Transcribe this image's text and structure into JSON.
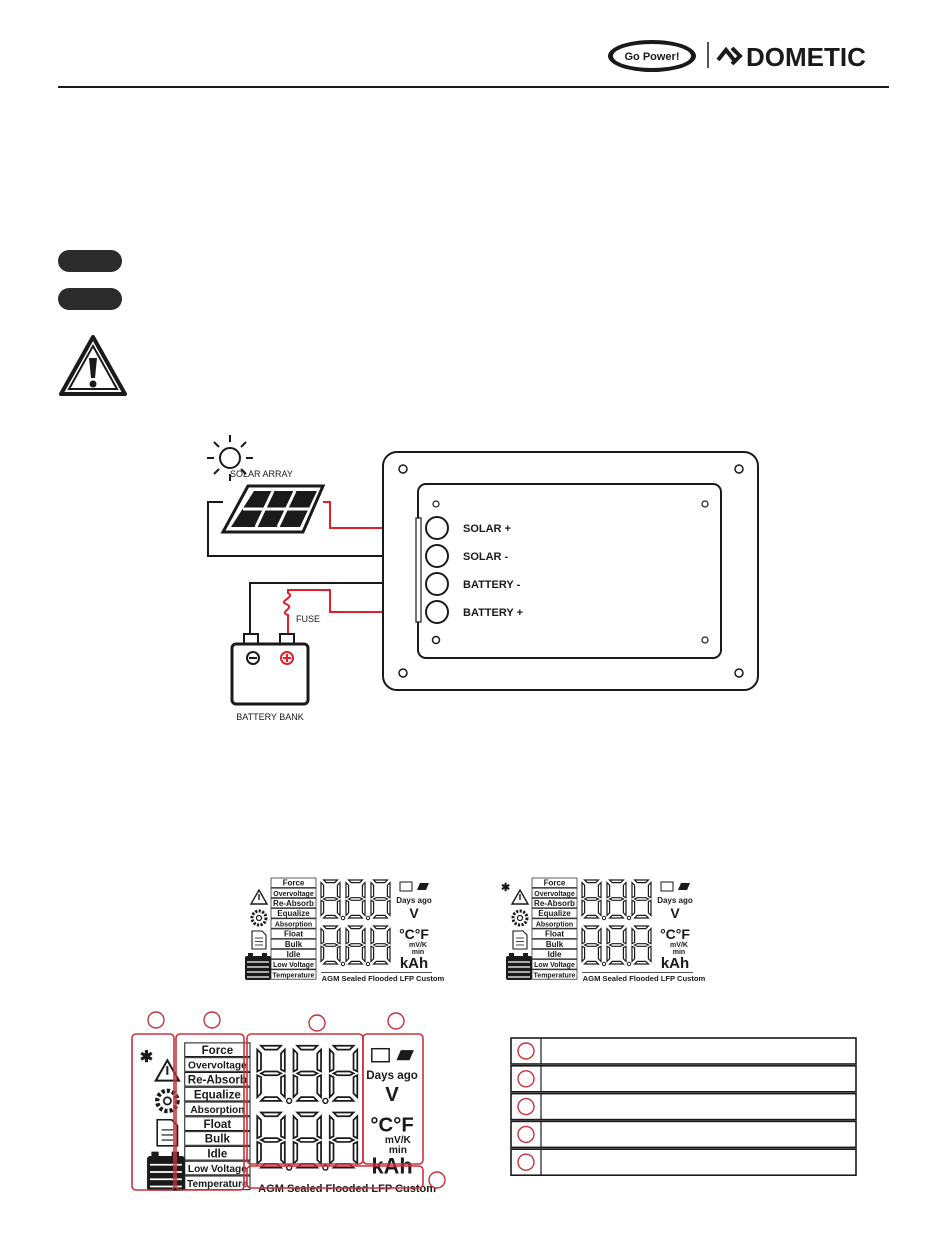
{
  "brand": {
    "go_power": "Go Power!",
    "dometic": "DOMETIC"
  },
  "wiring_diagram": {
    "solar_array_label": "SOLAR ARRAY",
    "fuse_label": "FUSE",
    "battery_bank_label": "BATTERY BANK",
    "terminals": [
      "SOLAR +",
      "SOLAR -",
      "BATTERY -",
      "BATTERY +"
    ]
  },
  "lcd": {
    "status_labels": [
      "Force",
      "Overvoltage",
      "Re-Absorb",
      "Equalize",
      "Absorption",
      "Float",
      "Bulk",
      "Idle",
      "Low Voltage",
      "Temperature"
    ],
    "digits_top": "8.8.8",
    "digits_bottom": "8.8.8",
    "days_ago": "Days ago",
    "unit_v": "V",
    "unit_temp": "°C°F",
    "unit_mvk": "mV/K",
    "unit_min": "min",
    "unit_kah": "kAh",
    "battery_types": "AGM Sealed Flooded LFP Custom"
  },
  "legend_rows": 5,
  "colors": {
    "wire_red": "#e0202b",
    "callout_red": "#c8323c",
    "text_dark": "#1a1a1a"
  }
}
